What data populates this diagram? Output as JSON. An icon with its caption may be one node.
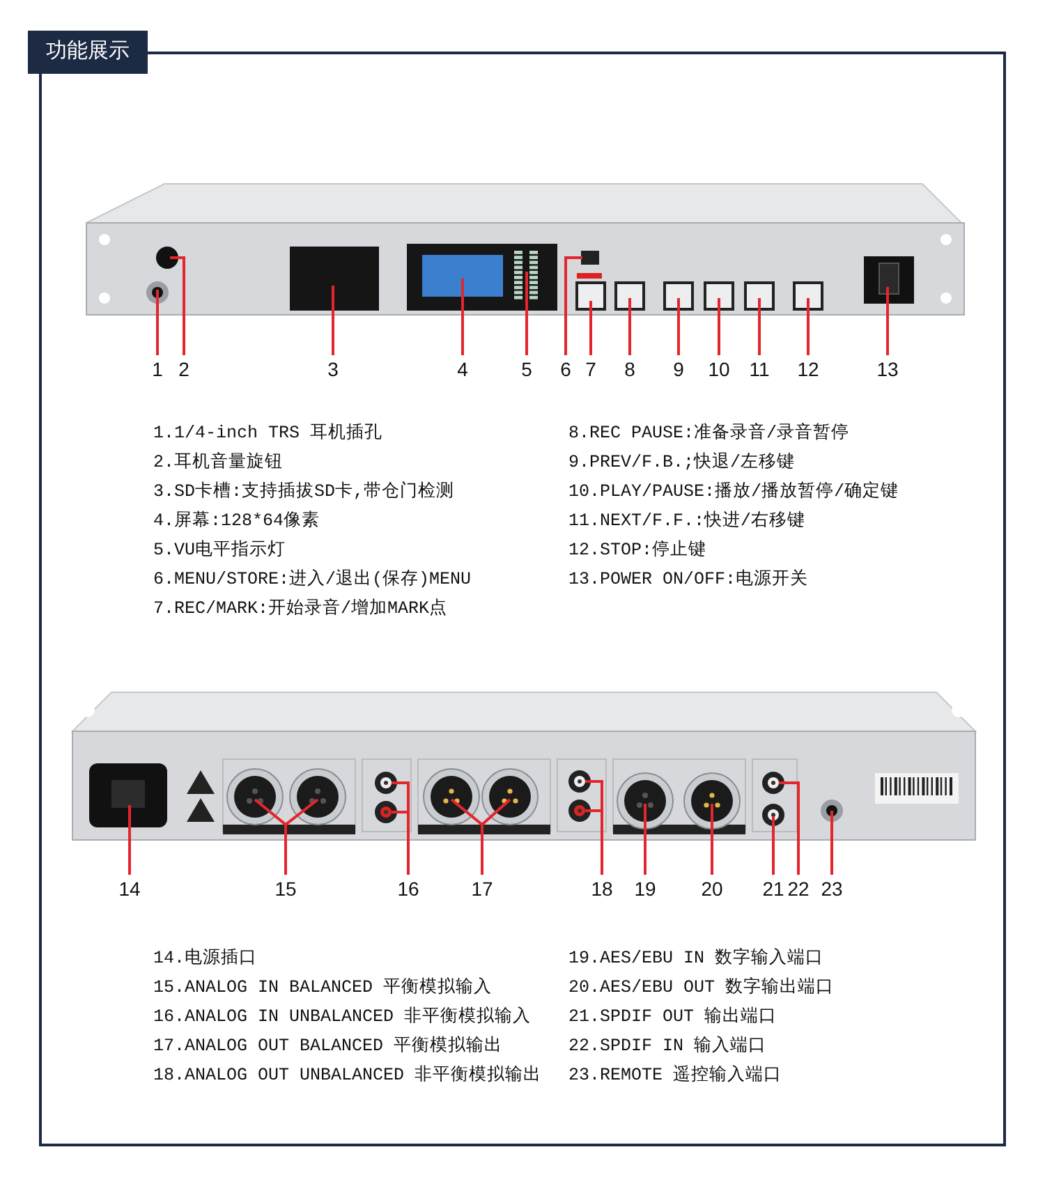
{
  "diagram": {
    "title": "功能展示",
    "nodes": [
      {
        "text": [
          "1"
        ]
      },
      {
        "text": [
          "2"
        ]
      },
      {
        "text": [
          "3"
        ]
      },
      {
        "text": [
          "4"
        ]
      },
      {
        "text": [
          "5"
        ]
      },
      {
        "text": [
          "6"
        ]
      },
      {
        "text": [
          "7"
        ]
      },
      {
        "text": [
          "8"
        ]
      },
      {
        "text": [
          "9"
        ]
      },
      {
        "text": [
          "10"
        ]
      },
      {
        "text": [
          "11"
        ]
      },
      {
        "text": [
          "12"
        ]
      },
      {
        "text": [
          "13"
        ]
      },
      {
        "text": [
          "14"
        ]
      },
      {
        "text": [
          "15"
        ]
      },
      {
        "text": [
          "16"
        ]
      },
      {
        "text": [
          "17"
        ]
      },
      {
        "text": [
          "18"
        ]
      },
      {
        "text": [
          "19"
        ]
      },
      {
        "text": [
          "20"
        ]
      },
      {
        "text": [
          "21"
        ]
      },
      {
        "text": [
          "22"
        ]
      },
      {
        "text": [
          "23"
        ]
      }
    ],
    "edges": [
      {
        "from": 0,
        "to": null,
        "arrow": "none"
      },
      {
        "from": 1,
        "to": null,
        "arrow": "none"
      },
      {
        "from": 2,
        "to": null,
        "arrow": "none"
      },
      {
        "from": 3,
        "to": null,
        "arrow": "none"
      },
      {
        "from": 4,
        "to": null,
        "arrow": "none"
      },
      {
        "from": 5,
        "to": null,
        "arrow": "none"
      },
      {
        "from": 6,
        "to": null,
        "arrow": "none"
      },
      {
        "from": 7,
        "to": null,
        "arrow": "none"
      },
      {
        "from": 8,
        "to": null,
        "arrow": "none"
      },
      {
        "from": 9,
        "to": null,
        "arrow": "none"
      },
      {
        "from": 10,
        "to": null,
        "arrow": "none"
      },
      {
        "from": 11,
        "to": null,
        "arrow": "none"
      },
      {
        "from": 12,
        "to": null,
        "arrow": "none"
      },
      {
        "from": 13,
        "to": null,
        "arrow": "none"
      },
      {
        "from": 14,
        "to": null,
        "arrow": "none"
      },
      {
        "from": 14,
        "to": null,
        "arrow": "none"
      },
      {
        "from": 15,
        "to": null,
        "arrow": "none"
      },
      {
        "from": 15,
        "to": null,
        "arrow": "none"
      },
      {
        "from": 16,
        "to": null,
        "arrow": "none"
      },
      {
        "from": 16,
        "to": null,
        "arrow": "none"
      },
      {
        "from": 17,
        "to": null,
        "arrow": "none"
      },
      {
        "from": 17,
        "to": null,
        "arrow": "none"
      },
      {
        "from": 18,
        "to": null,
        "arrow": "none"
      },
      {
        "from": 19,
        "to": null,
        "arrow": "none"
      },
      {
        "from": 20,
        "to": null,
        "arrow": "none"
      },
      {
        "from": 21,
        "to": null,
        "arrow": "none"
      },
      {
        "from": 22,
        "to": null,
        "arrow": "none"
      }
    ],
    "labels": [
      "1.1/4-inch TRS 耳机插孔",
      "2.耳机音量旋钮",
      "3.SD卡槽:支持插拔SD卡,带仓门检测",
      "4.屏幕:128*64像素",
      "5.VU电平指示灯",
      "6.MENU/STORE:进入/退出(保存)MENU",
      "7.REC/MARK:开始录音/增加MARK点",
      "8.REC PAUSE:准备录音/录音暂停",
      "9.PREV/F.B.;快退/左移键",
      "10.PLAY/PAUSE:播放/播放暂停/确定键",
      "11.NEXT/F.F.:快进/右移键",
      "12.STOP:停止键",
      "13.POWER ON/OFF:电源开关",
      "14.电源插口",
      "15.ANALOG IN BALANCED 平衡模拟输入",
      "16.ANALOG IN UNBALANCED 非平衡模拟输入",
      "17.ANALOG OUT BALANCED 平衡模拟输出",
      "18.ANALOG OUT UNBALANCED 非平衡模拟输出",
      "19.AES/EBU IN 数字输入端口",
      "20.AES/EBU OUT 数字输出端口",
      "21.SPDIF OUT 输出端口",
      "22.SPDIF IN 输入端口",
      "23.REMOTE 遥控输入端口"
    ]
  }
}
